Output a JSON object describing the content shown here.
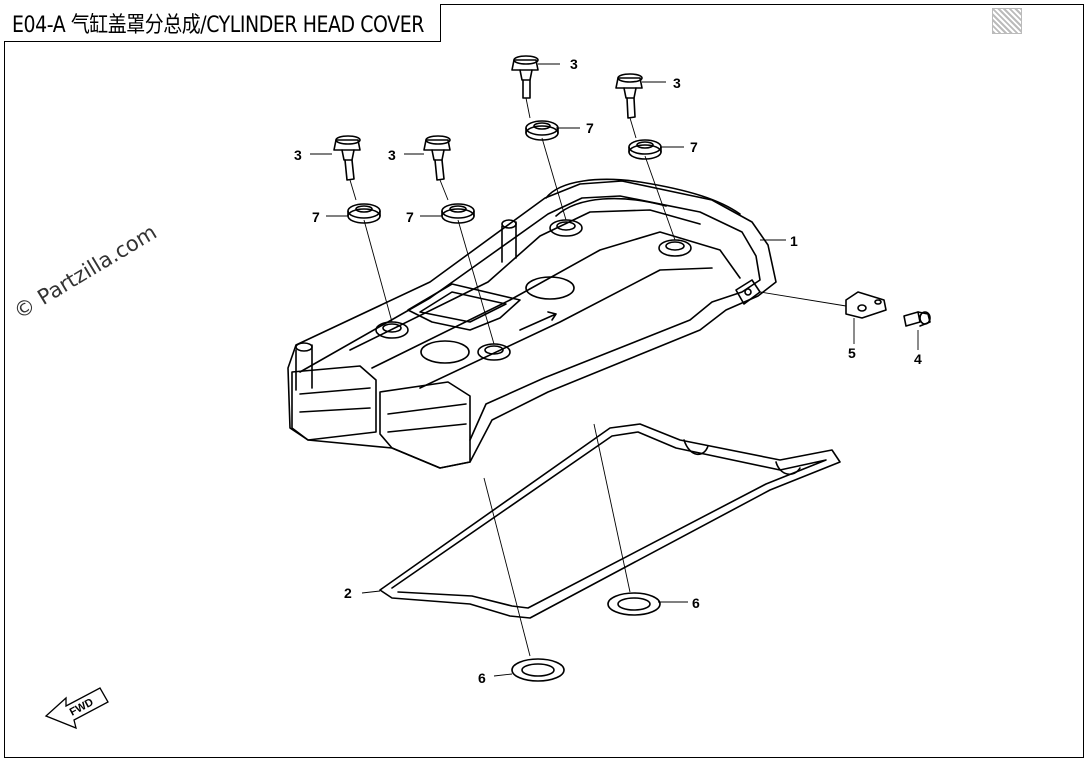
{
  "title": "E04-A 气缸盖罩分总成/CYLINDER HEAD COVER",
  "watermark": "© Partzilla.com",
  "forward_arrow_label": "FWD",
  "callouts": {
    "c1": "1",
    "c2": "2",
    "c3a": "3",
    "c3b": "3",
    "c3c": "3",
    "c3d": "3",
    "c4": "4",
    "c5": "5",
    "c6a": "6",
    "c6b": "6",
    "c7a": "7",
    "c7b": "7",
    "c7c": "7",
    "c7d": "7"
  }
}
